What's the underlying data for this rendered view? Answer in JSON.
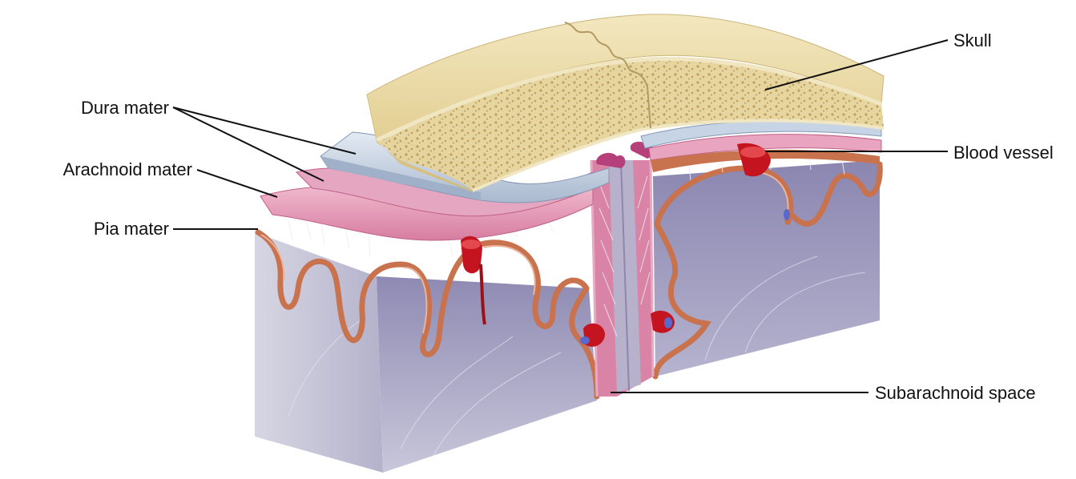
{
  "labels": {
    "dura_mater": "Dura mater",
    "arachnoid_mater": "Arachnoid mater",
    "pia_mater": "Pia mater",
    "skull": "Skull",
    "blood_vessel": "Blood vessel",
    "subarachnoid_space": "Subarachnoid space"
  },
  "colors": {
    "skull": "#e9d9a6",
    "dura": "#c9d6e6",
    "arachnoid": "#e99ab8",
    "pia": "#c9724e",
    "brain": "#9f9bbf",
    "vessel": "#c4141f"
  }
}
